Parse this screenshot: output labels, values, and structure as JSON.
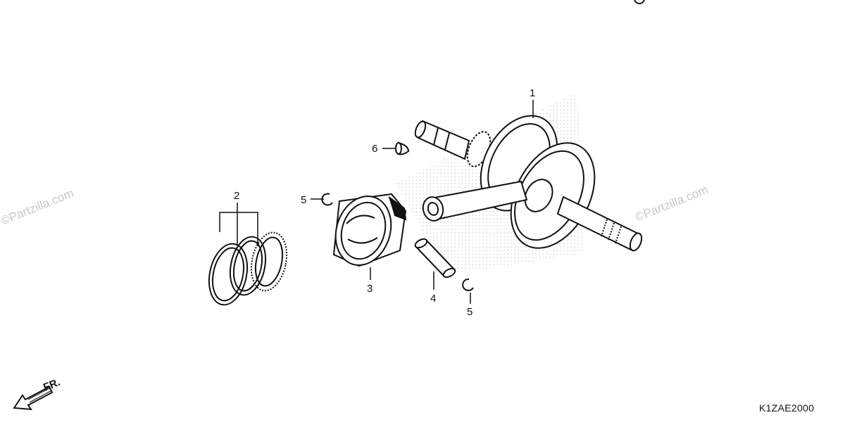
{
  "diagram_code": "K1ZAE2000",
  "direction_label": "FR.",
  "watermark": "©Partzilla.com",
  "callouts": {
    "c1": "1",
    "c2": "2",
    "c3": "3",
    "c4": "4",
    "c5a": "5",
    "c5b": "5",
    "c6": "6"
  },
  "icons": {
    "copyright_mark": "copyright-icon",
    "front_arrow": "front-arrow-icon"
  }
}
